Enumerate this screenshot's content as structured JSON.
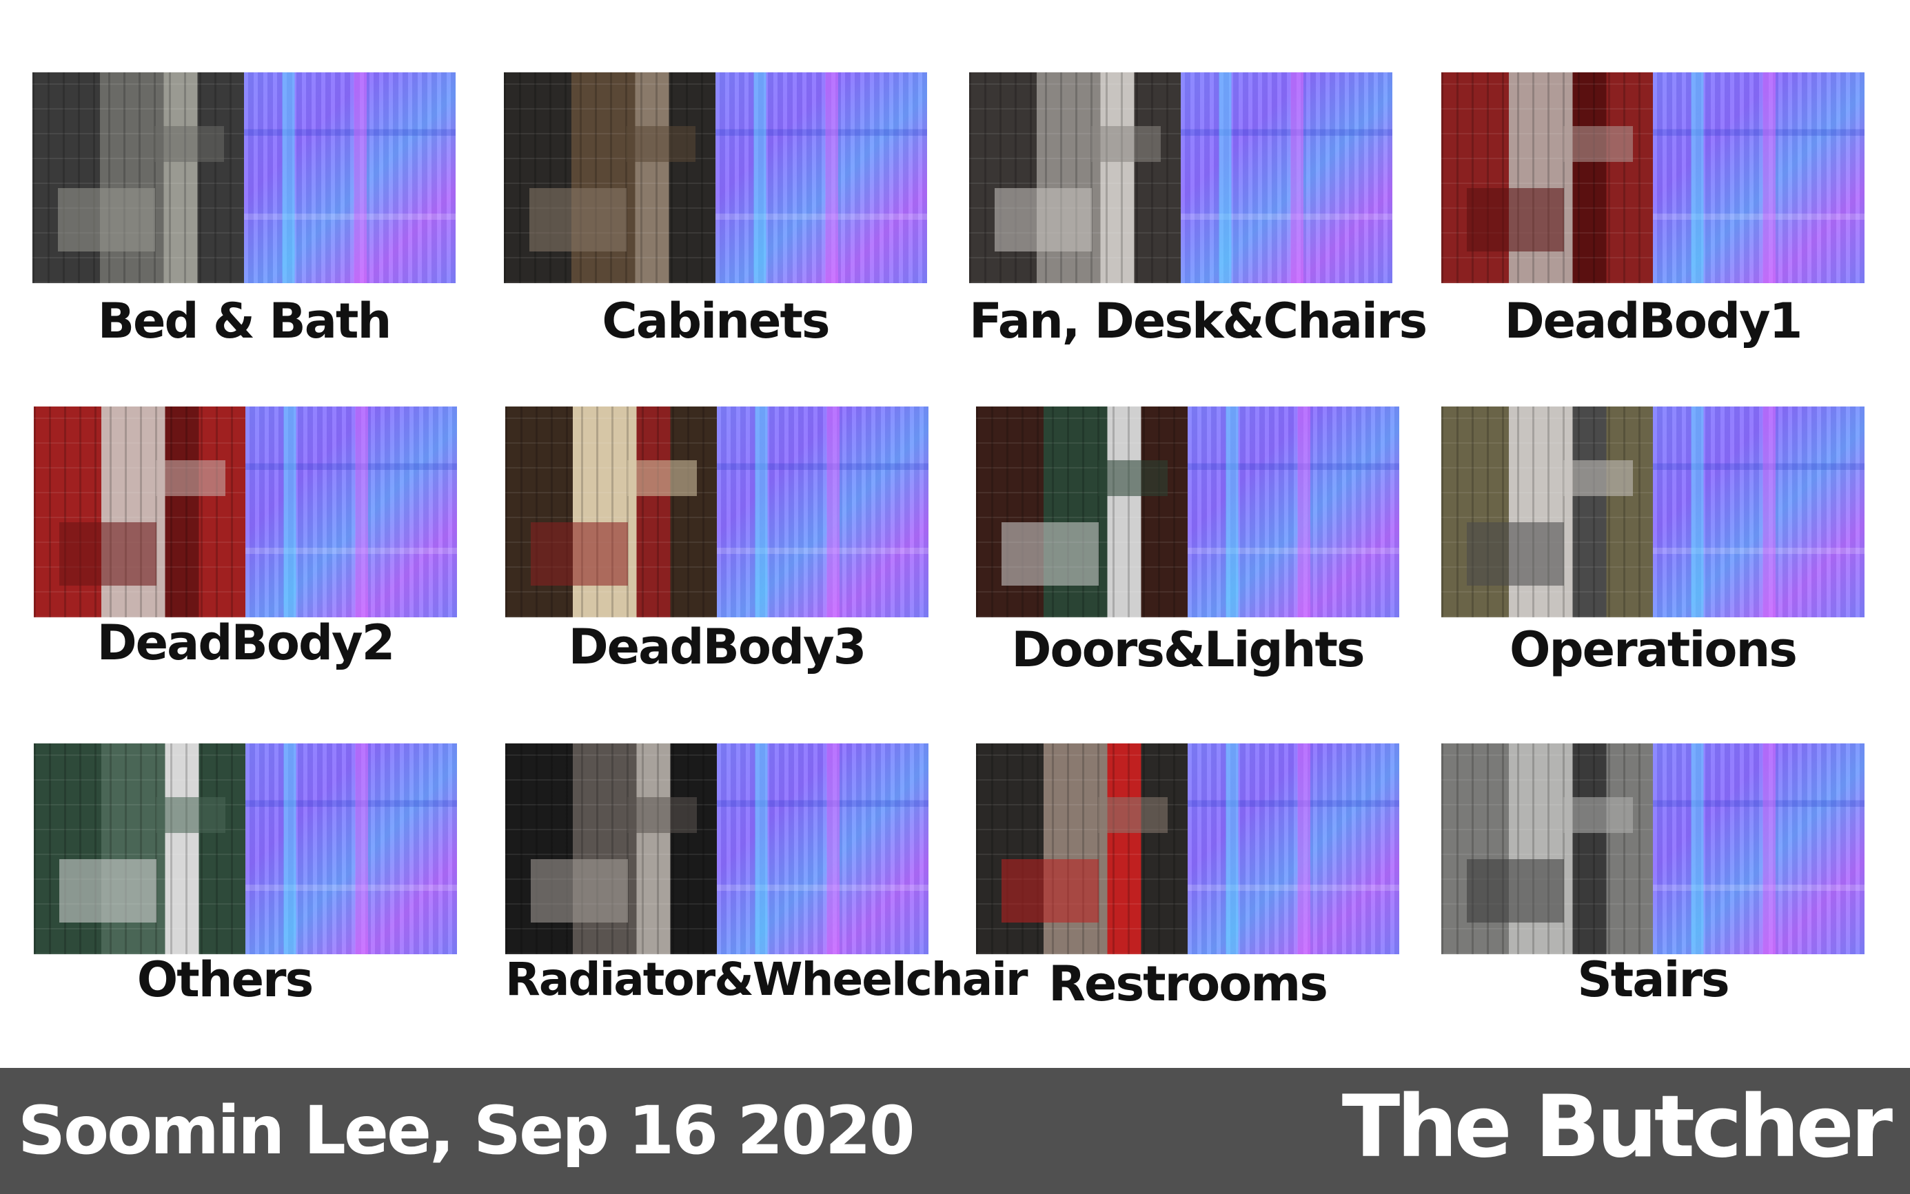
{
  "tiles": [
    {
      "label": "Bed & Bath",
      "diffuse": "dark-tile",
      "colors": [
        "#3a3a3a",
        "#6a6a66",
        "#9a9a92"
      ]
    },
    {
      "label": "Cabinets",
      "diffuse": "dark-wood",
      "colors": [
        "#2a2826",
        "#5a4836",
        "#8a7a6a"
      ]
    },
    {
      "label": "Fan, Desk&Chairs",
      "diffuse": "grime",
      "colors": [
        "#3a3634",
        "#8a8682",
        "#c8c4c0"
      ]
    },
    {
      "label": "DeadBody1",
      "diffuse": "blood",
      "colors": [
        "#8a2020",
        "#b09c98",
        "#5a1010"
      ]
    },
    {
      "label": "DeadBody2",
      "diffuse": "blood",
      "colors": [
        "#a02020",
        "#c8b4b0",
        "#6a1414"
      ]
    },
    {
      "label": "DeadBody3",
      "diffuse": "flesh",
      "colors": [
        "#3a2a1e",
        "#d6c6a6",
        "#8a2020"
      ]
    },
    {
      "label": "Doors&Lights",
      "diffuse": "rust-green",
      "colors": [
        "#3a1e18",
        "#2a4434",
        "#d0d0d0"
      ]
    },
    {
      "label": "Operations",
      "diffuse": "grime",
      "colors": [
        "#6a6448",
        "#c8c4c0",
        "#4a4a4a"
      ]
    },
    {
      "label": "Others",
      "diffuse": "green-tile",
      "colors": [
        "#2e4a3a",
        "#4a6656",
        "#d8d8d8"
      ]
    },
    {
      "label": "Radiator&Wheelchair",
      "diffuse": "metal",
      "colors": [
        "#1a1a1a",
        "#5a5450",
        "#a8a29c"
      ]
    },
    {
      "label": "Restrooms",
      "diffuse": "grime",
      "colors": [
        "#2a2826",
        "#8a7a70",
        "#c02020"
      ]
    },
    {
      "label": "Stairs",
      "diffuse": "concrete",
      "colors": [
        "#7a7a78",
        "#b4b4b2",
        "#3a3a3a"
      ]
    }
  ],
  "footer": {
    "author": "Soomin Lee, Sep 16 2020",
    "project": "The Butcher"
  }
}
